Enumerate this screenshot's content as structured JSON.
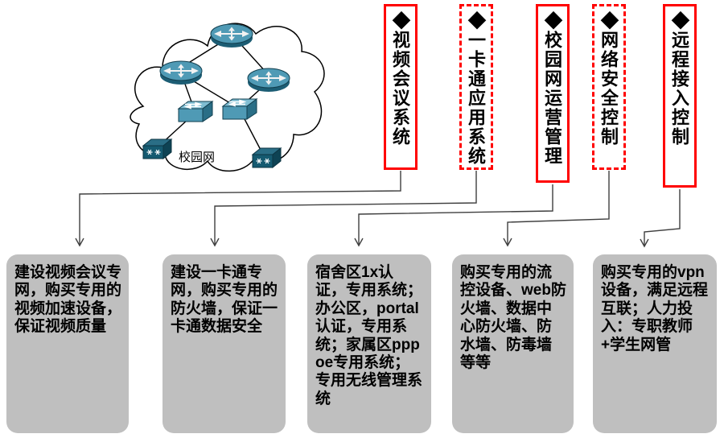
{
  "topology": {
    "cloud_label": "校园网",
    "devices": {
      "routers": 3,
      "switches": 2,
      "lan_switches": 2
    }
  },
  "feature_boxes": [
    {
      "label": "◆视频会议系统",
      "border_style": "solid"
    },
    {
      "label": "◆一卡通应用系统",
      "border_style": "dashed"
    },
    {
      "label": "◆校园网运营管理",
      "border_style": "solid"
    },
    {
      "label": "◆网络安全控制",
      "border_style": "dashed"
    },
    {
      "label": "◆远程接入控制",
      "border_style": "solid"
    }
  ],
  "detail_boxes": [
    {
      "text": "建设视频会议专网，购买专用的视频加速设备，保证视频质量"
    },
    {
      "text": "建设一卡通专网，购买专用的防火墙，保证一卡通数据安全"
    },
    {
      "text": "宿舍区1x认证，专用系统；办公区，portal认证，专用系统；家属区pppoe专用系统；专用无线管理系统"
    },
    {
      "text": "购买专用的流控设备、web防火墙、数据中心防火墙、防水墙、防毒墙等等"
    },
    {
      "text": "购买专用的vpn设备，满足远程互联；人力投入：专职教师+学生网管"
    }
  ],
  "colors": {
    "accent_red": "#ff0000",
    "note_background": "#bfbfbf",
    "device_teal": "#4f9ab5",
    "connector": "#3f3f3f"
  },
  "icons": {
    "router": "cylinder-with-crossed-arrows",
    "switch": "3d-box-with-arrows",
    "lan_switch": "dark-3d-box-with-asterisks"
  }
}
